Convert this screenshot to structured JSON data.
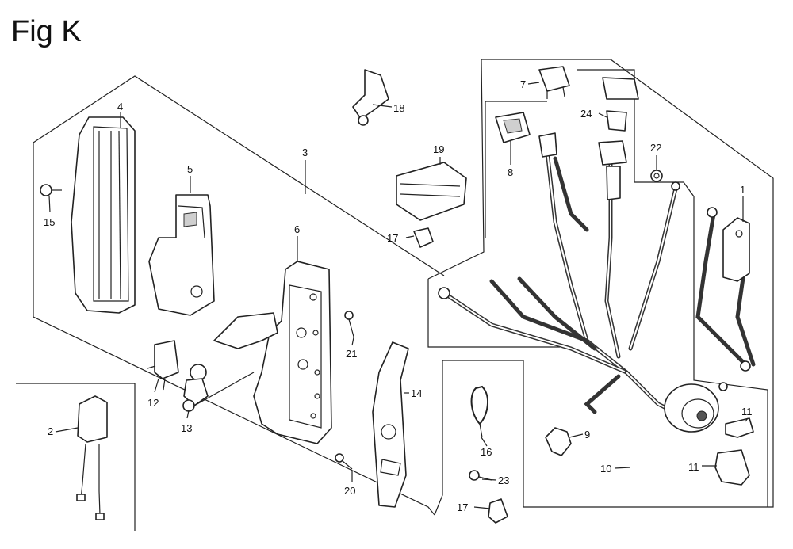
{
  "figure": {
    "title": "Fig K",
    "callouts": {
      "c1": "1",
      "c2": "2",
      "c3": "3",
      "c4": "4",
      "c5": "5",
      "c6": "6",
      "c7": "7",
      "c8": "8",
      "c9": "9",
      "c10": "10",
      "c11a": "11",
      "c11b": "11",
      "c12": "12",
      "c13": "13",
      "c14": "14",
      "c15": "15",
      "c16": "16",
      "c17a": "17",
      "c17b": "17",
      "c18": "18",
      "c19": "19",
      "c20": "20",
      "c21": "21",
      "c22": "22",
      "c23": "23",
      "c24": "24"
    }
  }
}
